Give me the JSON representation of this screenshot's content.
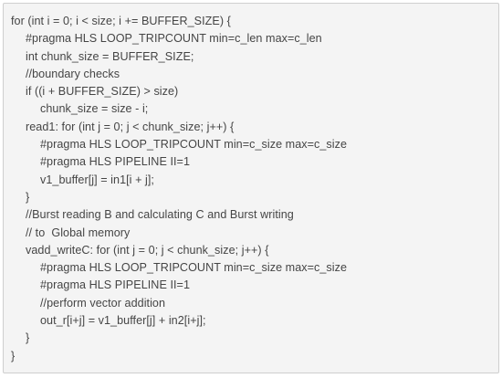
{
  "code": {
    "lines": [
      {
        "indent": 0,
        "text": "for (int i = 0; i < size; i += BUFFER_SIZE) {"
      },
      {
        "indent": 1,
        "text": "#pragma HLS LOOP_TRIPCOUNT min=c_len max=c_len"
      },
      {
        "indent": 1,
        "text": "int chunk_size = BUFFER_SIZE;"
      },
      {
        "indent": 1,
        "text": "//boundary checks"
      },
      {
        "indent": 1,
        "text": "if ((i + BUFFER_SIZE) > size)"
      },
      {
        "indent": 2,
        "text": "chunk_size = size - i;"
      },
      {
        "indent": 1,
        "text": "read1: for (int j = 0; j < chunk_size; j++) {"
      },
      {
        "indent": 2,
        "text": "#pragma HLS LOOP_TRIPCOUNT min=c_size max=c_size"
      },
      {
        "indent": 2,
        "text": "#pragma HLS PIPELINE II=1"
      },
      {
        "indent": 2,
        "text": "v1_buffer[j] = in1[i + j];"
      },
      {
        "indent": 1,
        "text": "}"
      },
      {
        "indent": 1,
        "text": "//Burst reading B and calculating C and Burst writing"
      },
      {
        "indent": 1,
        "text": "// to  Global memory"
      },
      {
        "indent": 1,
        "text": "vadd_writeC: for (int j = 0; j < chunk_size; j++) {"
      },
      {
        "indent": 2,
        "text": "#pragma HLS LOOP_TRIPCOUNT min=c_size max=c_size"
      },
      {
        "indent": 2,
        "text": "#pragma HLS PIPELINE II=1"
      },
      {
        "indent": 2,
        "text": "//perform vector addition"
      },
      {
        "indent": 2,
        "text": "out_r[i+j] = v1_buffer[j] + in2[i+j];"
      },
      {
        "indent": 1,
        "text": "}"
      },
      {
        "indent": 0,
        "text": "}"
      }
    ]
  }
}
